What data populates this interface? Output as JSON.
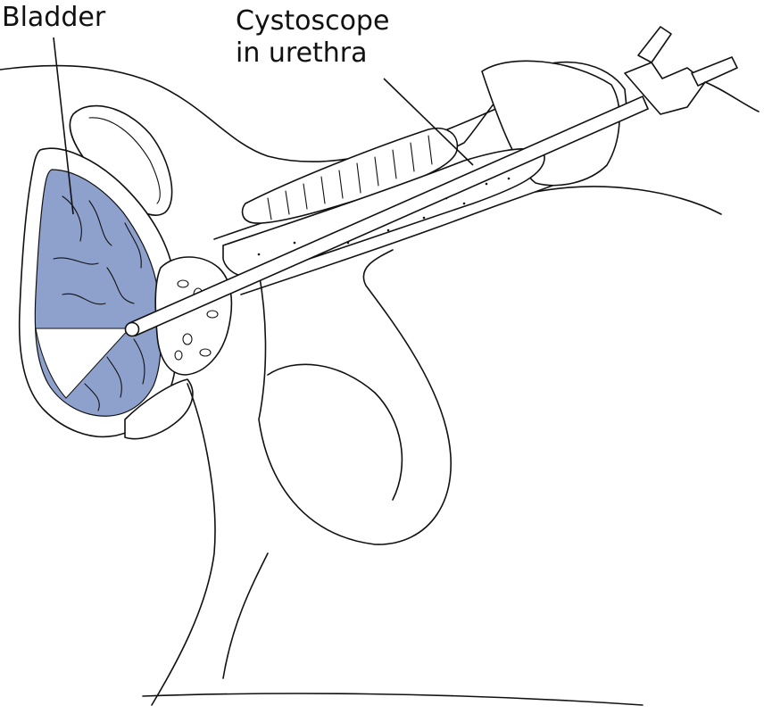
{
  "labels": {
    "bladder": "Bladder",
    "cystoscope_line1": "Cystoscope",
    "cystoscope_line2": "in urethra"
  },
  "colors": {
    "bladder_fill": "#8ea0cc",
    "line": "#111111",
    "background": "#ffffff"
  }
}
